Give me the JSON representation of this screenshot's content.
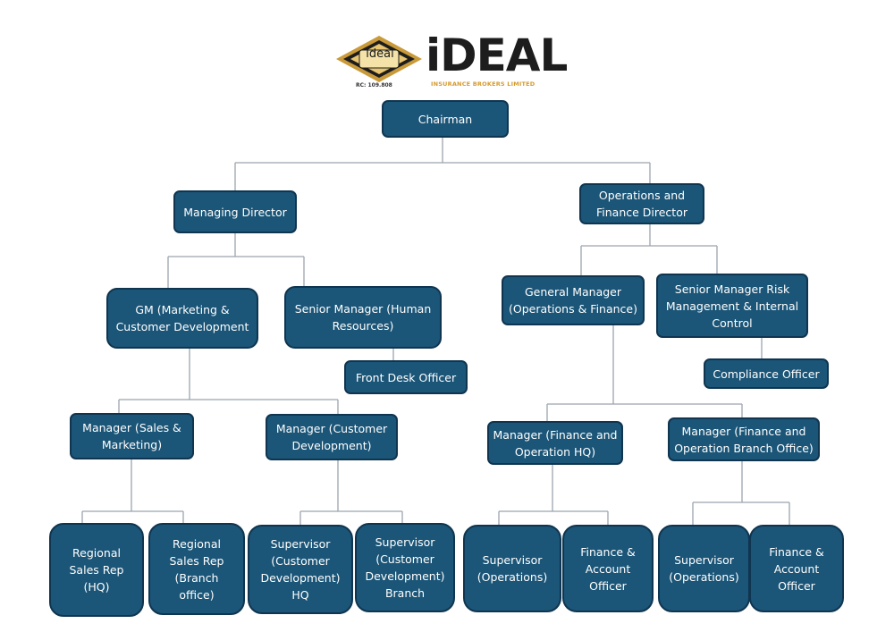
{
  "logo": {
    "emblem_text": "ideal",
    "registration": "RC: 109.808",
    "wordmark": "iDEAL",
    "subtitle": "INSURANCE BROKERS LIMITED",
    "gold": "#c99a3a",
    "dark": "#1d1d1d"
  },
  "colors": {
    "box": "#1b5577",
    "box_border": "#0f3550",
    "connector": "#9aa5ad",
    "text": "#ffffff"
  },
  "nodes": {
    "chairman": "Chairman",
    "managing_director": "Managing Director",
    "ops_finance_director": "Operations and\nFinance Director",
    "gm_marketing": "GM (Marketing &\nCustomer Development",
    "sm_hr": "Senior Manager (Human\nResources)",
    "front_desk": "Front Desk Officer",
    "gm_ops_finance": "General Manager\n(Operations & Finance)",
    "sm_risk": "Senior Manager Risk\nManagement & Internal\nControl",
    "compliance": "Compliance Officer",
    "mgr_sales": "Manager (Sales &\nMarketing)",
    "mgr_customer_dev": "Manager (Customer\nDevelopment)",
    "mgr_finance_hq": "Manager (Finance and\nOperation HQ)",
    "mgr_finance_branch": "Manager (Finance and\nOperation Branch Office)",
    "rsr_hq": "Regional\nSales Rep\n(HQ)",
    "rsr_branch": "Regional\nSales Rep\n(Branch\noffice)",
    "sup_cd_hq": "Supervisor\n(Customer\nDevelopment)\nHQ",
    "sup_cd_branch": "Supervisor\n(Customer\nDevelopment)\nBranch",
    "sup_ops_hq": "Supervisor\n(Operations)",
    "fin_officer_hq": "Finance &\nAccount\nOfficer",
    "sup_ops_branch": "Supervisor\n(Operations)",
    "fin_officer_branch": "Finance &\nAccount\nOfficer"
  }
}
